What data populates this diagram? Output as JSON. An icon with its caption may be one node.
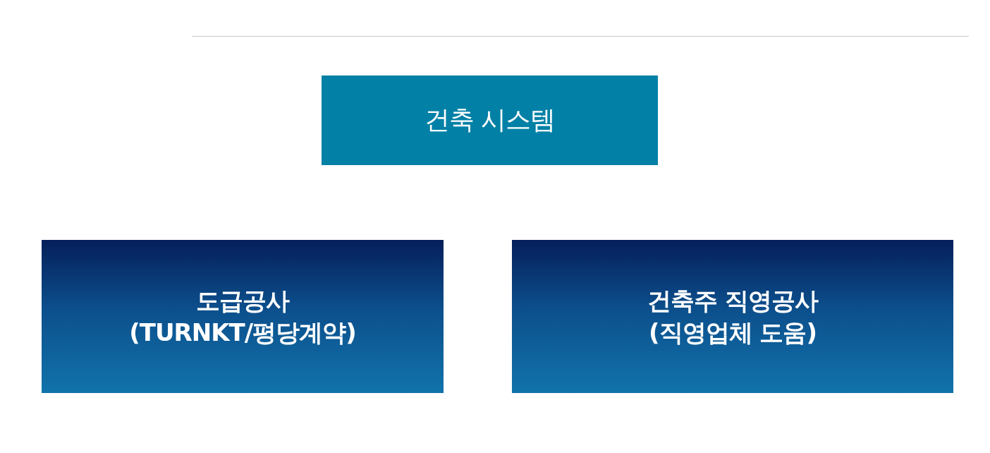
{
  "diagram": {
    "nodes": [
      {
        "text": [
          "건축 시스템"
        ]
      },
      {
        "text": [
          "도급공사 (TURNKT/평당계약)"
        ]
      },
      {
        "text": [
          "건축주 직영공사 (직영업체 도움)"
        ]
      }
    ]
  }
}
